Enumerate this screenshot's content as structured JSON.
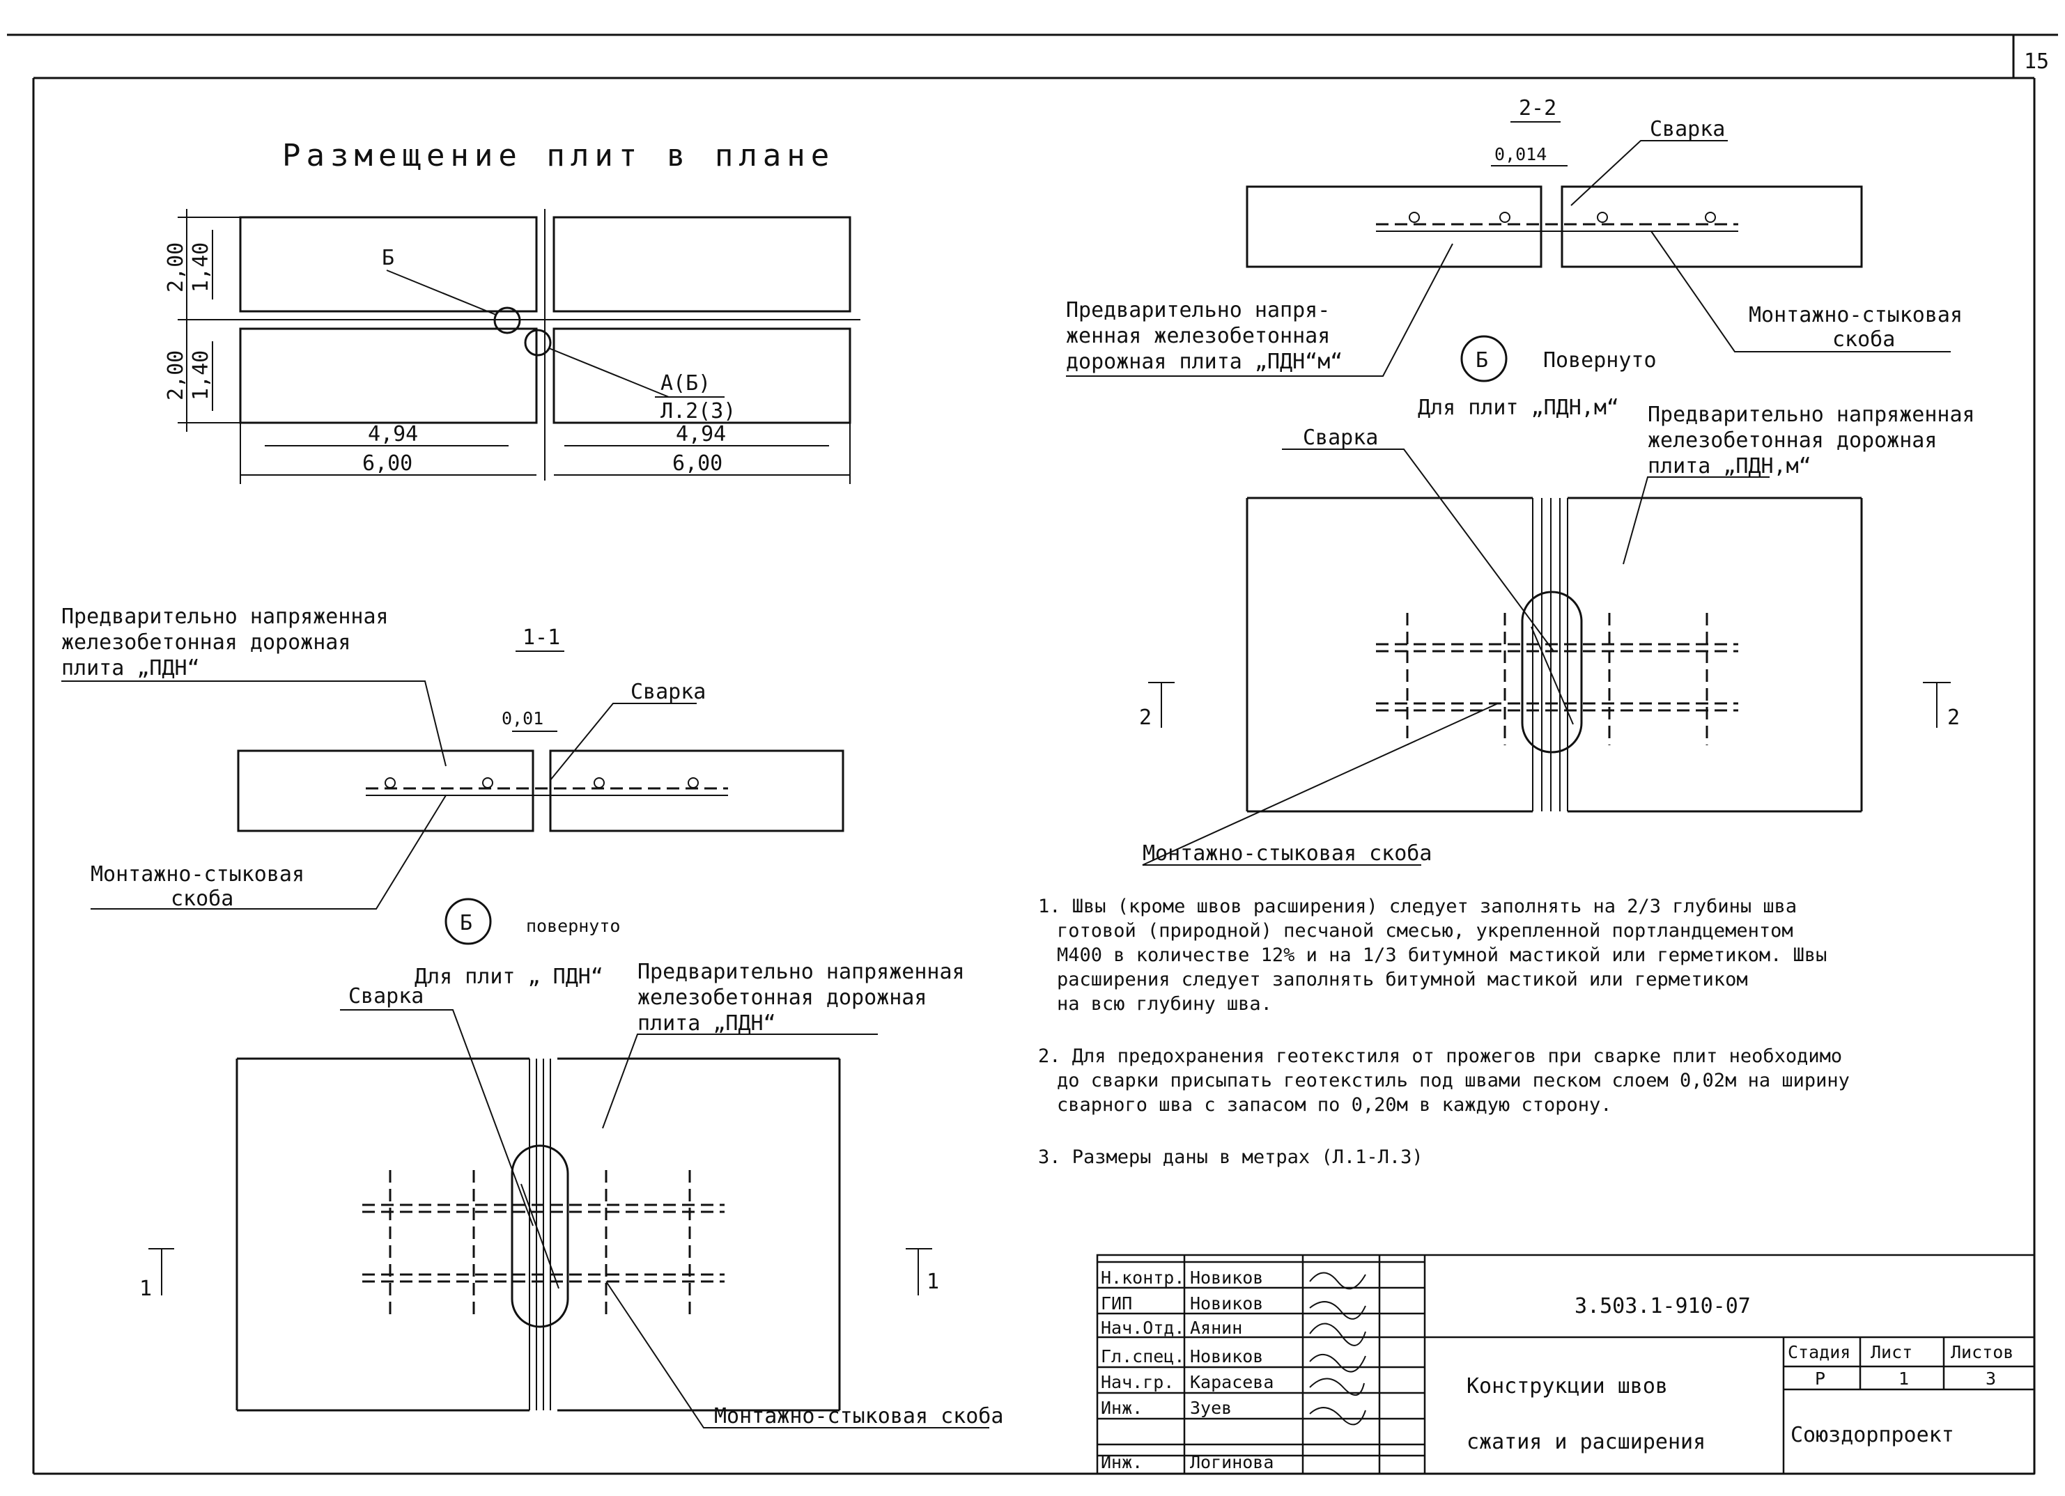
{
  "sheet": {
    "number": "15"
  },
  "plan": {
    "title": "Размещение плит в плане",
    "dims_left": [
      "2,00",
      "1,40",
      "2,00",
      "1,40"
    ],
    "dims_bottom": [
      "4,94",
      "6,00",
      "4,94",
      "6,00"
    ],
    "callout_b": "Б",
    "callout_a_top": "А(Б)",
    "callout_a_bottom": "Л.2(3)"
  },
  "section11": {
    "title": "1-1",
    "plate_label": [
      "Предварительно напряженная",
      "железобетонная дорожная",
      "плита „ПДН“"
    ],
    "gap": "0,01",
    "weld": "Сварка",
    "bracket_label": [
      "Монтажно-стыковая",
      "скоба"
    ]
  },
  "detail_b_pdn": {
    "callout": "Б",
    "rotated": "повернуто",
    "for_plates": "Для плит „ ПДН“",
    "plate_label": [
      "Предварительно напряженная",
      "железобетонная дорожная",
      "плита „ПДН“"
    ],
    "weld": "Сварка",
    "bracket_label": "Монтажно-стыковая скоба",
    "cut_left": "1",
    "cut_right": "1"
  },
  "section22": {
    "title": "2-2",
    "gap": "0,014",
    "weld": "Сварка",
    "plate_label": [
      "Предварительно напря-",
      "женная железобетонная",
      "дорожная плита „ПДН“м“"
    ],
    "bracket_label": [
      "Монтажно-стыковая",
      "скоба"
    ]
  },
  "detail_b_pdnm": {
    "callout": "Б",
    "rotated": "Повернуто",
    "for_plates": "Для плит „ПДН,м“",
    "plate_label": [
      "Предварительно напряженная",
      "железобетонная дорожная",
      "плита „ПДН,м“"
    ],
    "weld": "Сварка",
    "bracket_label": "Монтажно-стыковая скоба",
    "cut_left": "2",
    "cut_right": "2"
  },
  "notes": [
    [
      "1. Швы (кроме швов расширения) следует заполнять на 2/3 глубины шва",
      "готовой (природной) песчаной смесью, укрепленной портландцементом",
      "М400 в количестве 12% и на 1/3 битумной мастикой или герметиком. Швы",
      "расширения следует заполнять битумной мастикой или герметиком",
      "на всю глубину шва."
    ],
    [
      "2. Для предохранения геотекстиля от прожегов при сварке плит необходимо",
      "до сварки присыпать геотекстиль под швами песком слоем 0,02м на ширину",
      "сварного шва с запасом по 0,20м в каждую сторону."
    ],
    [
      "3. Размеры даны в метрах (Л.1-Л.3)"
    ]
  ],
  "title_block": {
    "code": "3.503.1-910-07",
    "rows": [
      [
        "Н.контр.",
        "Новиков"
      ],
      [
        "ГИП",
        "Новиков"
      ],
      [
        "Нач.Отд.",
        "Аянин"
      ],
      [
        "Гл.спец.",
        "Новиков"
      ],
      [
        "Нач.гр.",
        "Карасева"
      ],
      [
        "Инж.",
        "Зуев"
      ],
      [
        "Инж.",
        "Логинова"
      ]
    ],
    "drawing_title": [
      "Конструкции швов",
      "сжатия и расширения"
    ],
    "stage_header": "Стадия",
    "sheet_header": "Лист",
    "sheets_header": "Листов",
    "stage": "Р",
    "sheet": "1",
    "sheets": "3",
    "org": "Союздорпроект"
  }
}
